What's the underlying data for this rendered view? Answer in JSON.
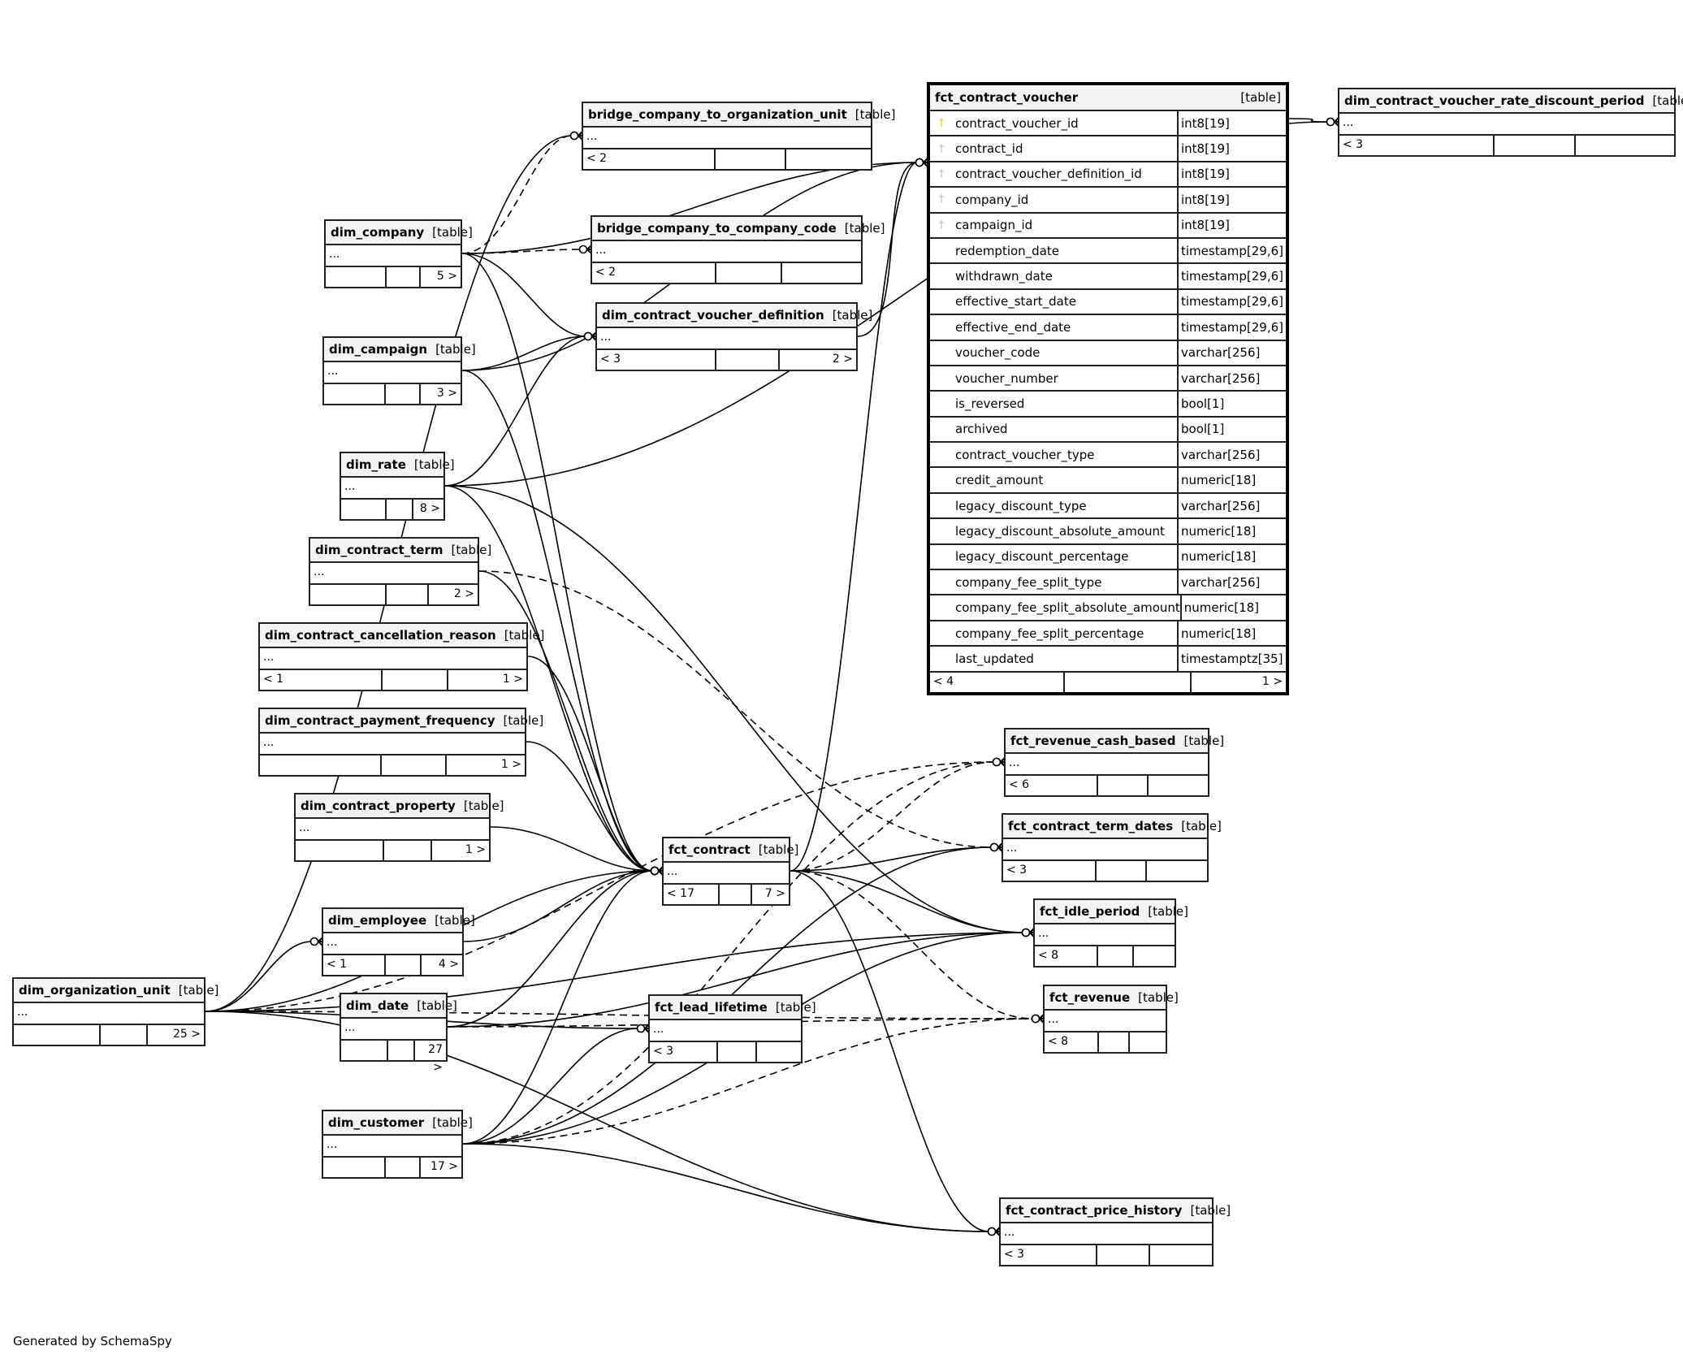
{
  "diagram": {
    "generator_text": "Generated by SchemaSpy",
    "table_type_label": "[table]",
    "ellipsis": "...",
    "focus_table": {
      "name": "fct_contract_voucher",
      "columns": [
        {
          "name": "contract_voucher_id",
          "type": "int8[19]",
          "key": "primary-key"
        },
        {
          "name": "contract_id",
          "type": "int8[19]",
          "key": "foreign-key"
        },
        {
          "name": "contract_voucher_definition_id",
          "type": "int8[19]",
          "key": "foreign-key"
        },
        {
          "name": "company_id",
          "type": "int8[19]",
          "key": "foreign-key"
        },
        {
          "name": "campaign_id",
          "type": "int8[19]",
          "key": "foreign-key"
        },
        {
          "name": "redemption_date",
          "type": "timestamp[29,6]",
          "key": ""
        },
        {
          "name": "withdrawn_date",
          "type": "timestamp[29,6]",
          "key": ""
        },
        {
          "name": "effective_start_date",
          "type": "timestamp[29,6]",
          "key": ""
        },
        {
          "name": "effective_end_date",
          "type": "timestamp[29,6]",
          "key": ""
        },
        {
          "name": "voucher_code",
          "type": "varchar[256]",
          "key": ""
        },
        {
          "name": "voucher_number",
          "type": "varchar[256]",
          "key": ""
        },
        {
          "name": "is_reversed",
          "type": "bool[1]",
          "key": ""
        },
        {
          "name": "archived",
          "type": "bool[1]",
          "key": ""
        },
        {
          "name": "contract_voucher_type",
          "type": "varchar[256]",
          "key": ""
        },
        {
          "name": "credit_amount",
          "type": "numeric[18]",
          "key": ""
        },
        {
          "name": "legacy_discount_type",
          "type": "varchar[256]",
          "key": ""
        },
        {
          "name": "legacy_discount_absolute_amount",
          "type": "numeric[18]",
          "key": ""
        },
        {
          "name": "legacy_discount_percentage",
          "type": "numeric[18]",
          "key": ""
        },
        {
          "name": "company_fee_split_type",
          "type": "varchar[256]",
          "key": ""
        },
        {
          "name": "company_fee_split_absolute_amount",
          "type": "numeric[18]",
          "key": ""
        },
        {
          "name": "company_fee_split_percentage",
          "type": "numeric[18]",
          "key": ""
        },
        {
          "name": "last_updated",
          "type": "timestamptz[35]",
          "key": ""
        }
      ],
      "parents": "< 4",
      "children": "1 >"
    },
    "tables": [
      {
        "id": "bridge_company_to_organization_unit",
        "name": "bridge_company_to_organization_unit",
        "parents": "< 2",
        "children": ""
      },
      {
        "id": "dim_company",
        "name": "dim_company",
        "parents": "",
        "children": "5 >"
      },
      {
        "id": "bridge_company_to_company_code",
        "name": "bridge_company_to_company_code",
        "parents": "< 2",
        "children": ""
      },
      {
        "id": "dim_contract_voucher_definition",
        "name": "dim_contract_voucher_definition",
        "parents": "< 3",
        "children": "2 >"
      },
      {
        "id": "dim_campaign",
        "name": "dim_campaign",
        "parents": "",
        "children": "3 >"
      },
      {
        "id": "dim_rate",
        "name": "dim_rate",
        "parents": "",
        "children": "8 >"
      },
      {
        "id": "dim_contract_term",
        "name": "dim_contract_term",
        "parents": "",
        "children": "2 >"
      },
      {
        "id": "dim_contract_cancellation_reason",
        "name": "dim_contract_cancellation_reason",
        "parents": "< 1",
        "children": "1 >"
      },
      {
        "id": "dim_contract_payment_frequency",
        "name": "dim_contract_payment_frequency",
        "parents": "",
        "children": "1 >"
      },
      {
        "id": "dim_contract_property",
        "name": "dim_contract_property",
        "parents": "",
        "children": "1 >"
      },
      {
        "id": "dim_employee",
        "name": "dim_employee",
        "parents": "< 1",
        "children": "4 >"
      },
      {
        "id": "dim_organization_unit",
        "name": "dim_organization_unit",
        "parents": "",
        "children": "25 >"
      },
      {
        "id": "dim_date",
        "name": "dim_date",
        "parents": "",
        "children": "27 >"
      },
      {
        "id": "dim_customer",
        "name": "dim_customer",
        "parents": "",
        "children": "17 >"
      },
      {
        "id": "fct_contract",
        "name": "fct_contract",
        "parents": "< 17",
        "children": "7 >"
      },
      {
        "id": "fct_lead_lifetime",
        "name": "fct_lead_lifetime",
        "parents": "< 3",
        "children": ""
      },
      {
        "id": "dim_contract_voucher_rate_discount_period",
        "name": "dim_contract_voucher_rate_discount_period",
        "parents": "< 3",
        "children": ""
      },
      {
        "id": "fct_revenue_cash_based",
        "name": "fct_revenue_cash_based",
        "parents": "< 6",
        "children": ""
      },
      {
        "id": "fct_contract_term_dates",
        "name": "fct_contract_term_dates",
        "parents": "< 3",
        "children": ""
      },
      {
        "id": "fct_idle_period",
        "name": "fct_idle_period",
        "parents": "< 8",
        "children": ""
      },
      {
        "id": "fct_revenue",
        "name": "fct_revenue",
        "parents": "< 8",
        "children": ""
      },
      {
        "id": "fct_contract_price_history",
        "name": "fct_contract_price_history",
        "parents": "< 3",
        "children": ""
      }
    ],
    "relationships": [
      {
        "from": "dim_organization_unit",
        "to": "bridge_company_to_organization_unit",
        "style": "solid"
      },
      {
        "from": "dim_company",
        "to": "bridge_company_to_organization_unit",
        "style": "dashed"
      },
      {
        "from": "dim_company",
        "to": "bridge_company_to_company_code",
        "style": "dashed"
      },
      {
        "from": "dim_company",
        "to": "dim_contract_voucher_definition",
        "style": "solid"
      },
      {
        "from": "dim_company",
        "to": "fct_contract_voucher",
        "style": "solid"
      },
      {
        "from": "dim_company",
        "to": "fct_contract",
        "style": "solid"
      },
      {
        "from": "dim_campaign",
        "to": "dim_contract_voucher_definition",
        "style": "solid"
      },
      {
        "from": "dim_campaign",
        "to": "fct_contract_voucher",
        "style": "solid"
      },
      {
        "from": "dim_campaign",
        "to": "fct_contract",
        "style": "solid"
      },
      {
        "from": "dim_rate",
        "to": "dim_contract_voucher_definition",
        "style": "solid"
      },
      {
        "from": "dim_rate",
        "to": "fct_contract",
        "style": "solid"
      },
      {
        "from": "dim_rate",
        "to": "fct_idle_period",
        "style": "solid"
      },
      {
        "from": "dim_rate",
        "to": "dim_contract_voucher_rate_discount_period",
        "style": "solid"
      },
      {
        "from": "dim_contract_term",
        "to": "fct_contract",
        "style": "solid"
      },
      {
        "from": "dim_contract_term",
        "to": "fct_contract_term_dates",
        "style": "dashed"
      },
      {
        "from": "dim_contract_cancellation_reason",
        "to": "fct_contract",
        "style": "solid"
      },
      {
        "from": "dim_contract_payment_frequency",
        "to": "fct_contract",
        "style": "solid"
      },
      {
        "from": "dim_contract_property",
        "to": "fct_contract",
        "style": "solid"
      },
      {
        "from": "dim_organization_unit",
        "to": "fct_contract",
        "style": "solid"
      },
      {
        "from": "dim_organization_unit",
        "to": "dim_employee",
        "style": "solid"
      },
      {
        "from": "dim_organization_unit",
        "to": "fct_revenue_cash_based",
        "style": "dashed"
      },
      {
        "from": "dim_organization_unit",
        "to": "fct_lead_lifetime",
        "style": "solid"
      },
      {
        "from": "dim_organization_unit",
        "to": "fct_revenue",
        "style": "dashed"
      },
      {
        "from": "dim_organization_unit",
        "to": "fct_contract_price_history",
        "style": "solid"
      },
      {
        "from": "dim_organization_unit",
        "to": "fct_idle_period",
        "style": "solid"
      },
      {
        "from": "dim_employee",
        "to": "fct_contract",
        "style": "solid"
      },
      {
        "from": "dim_date",
        "to": "fct_contract",
        "style": "solid"
      },
      {
        "from": "dim_date",
        "to": "fct_idle_period",
        "style": "solid"
      },
      {
        "from": "dim_date",
        "to": "fct_revenue",
        "style": "dashed"
      },
      {
        "from": "dim_customer",
        "to": "fct_contract",
        "style": "solid"
      },
      {
        "from": "dim_customer",
        "to": "fct_lead_lifetime",
        "style": "solid"
      },
      {
        "from": "dim_customer",
        "to": "fct_revenue_cash_based",
        "style": "dashed"
      },
      {
        "from": "dim_customer",
        "to": "fct_contract_term_dates",
        "style": "solid"
      },
      {
        "from": "dim_customer",
        "to": "fct_idle_period",
        "style": "solid"
      },
      {
        "from": "dim_customer",
        "to": "fct_revenue",
        "style": "dashed"
      },
      {
        "from": "dim_customer",
        "to": "fct_contract_price_history",
        "style": "solid"
      },
      {
        "from": "fct_contract",
        "to": "fct_contract_voucher",
        "style": "solid"
      },
      {
        "from": "fct_contract",
        "to": "fct_revenue_cash_based",
        "style": "dashed"
      },
      {
        "from": "fct_contract",
        "to": "fct_contract_term_dates",
        "style": "solid"
      },
      {
        "from": "fct_contract",
        "to": "fct_idle_period",
        "style": "solid"
      },
      {
        "from": "fct_contract",
        "to": "fct_revenue",
        "style": "dashed"
      },
      {
        "from": "fct_contract",
        "to": "fct_contract_price_history",
        "style": "solid"
      },
      {
        "from": "dim_contract_voucher_definition",
        "to": "fct_contract_voucher",
        "style": "solid"
      },
      {
        "from": "fct_contract_voucher",
        "to": "dim_contract_voucher_rate_discount_period",
        "style": "solid"
      }
    ]
  }
}
